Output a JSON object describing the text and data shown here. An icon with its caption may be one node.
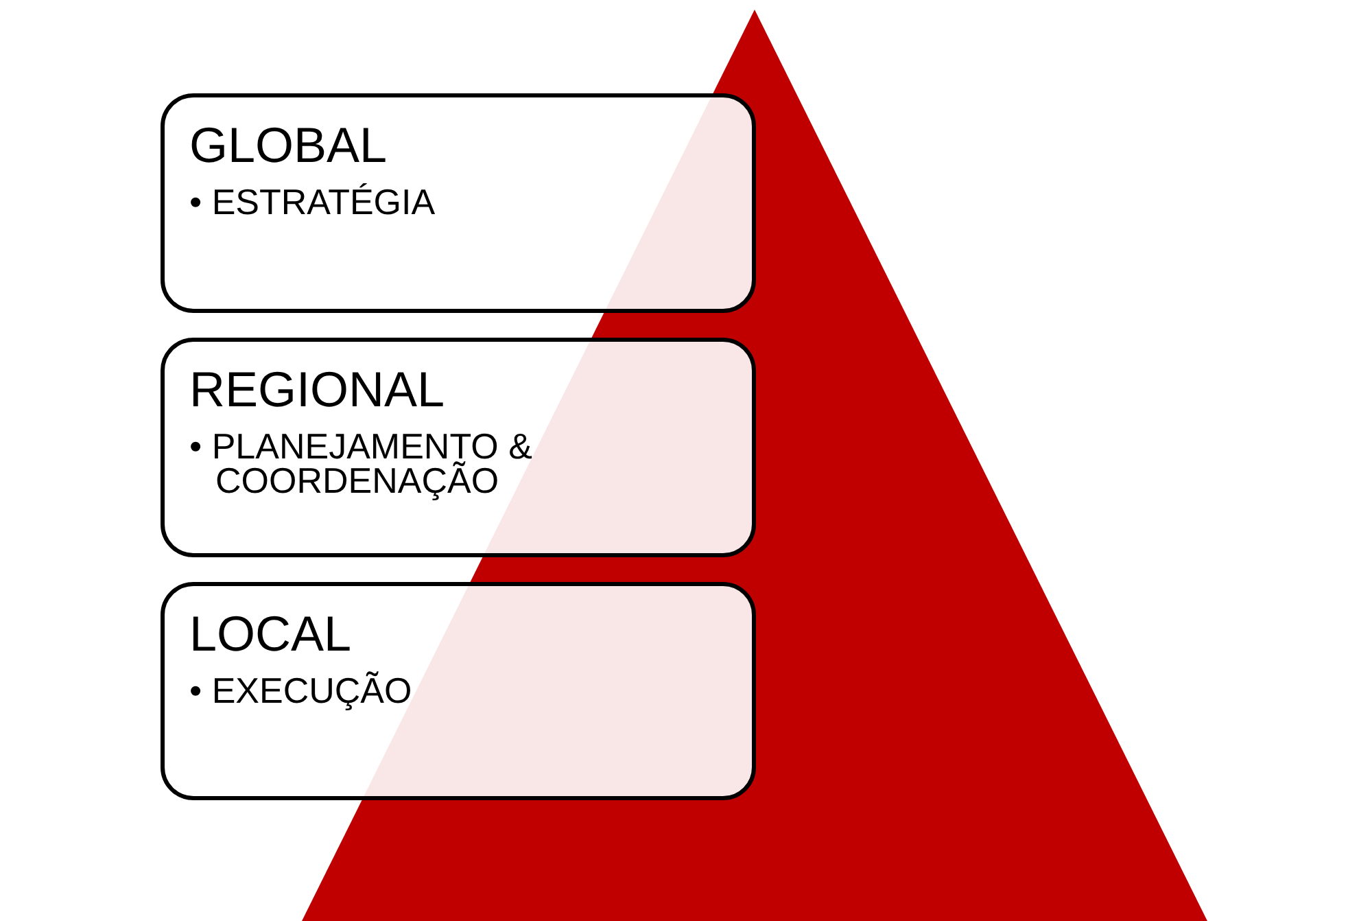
{
  "diagram": {
    "nodes": [
      {
        "text": [
          "GLOBAL",
          "• ESTRATÉGIA"
        ]
      },
      {
        "text": [
          "REGIONAL",
          "• PLANEJAMENTO & COORDENAÇÃO"
        ]
      },
      {
        "text": [
          "LOCAL",
          "• EXECUÇÃO"
        ]
      }
    ]
  }
}
